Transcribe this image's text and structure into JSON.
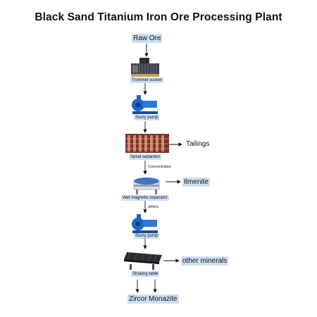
{
  "title": "Black Sand Titanium Iron Ore Processing Plant",
  "nodes": {
    "raw_ore": "Raw Ore",
    "trommel_screen": "Trommel screen",
    "slurry_pump_1": "Slurry pump",
    "spiral_separator": "Spiral separator",
    "tailings": "Tailings",
    "concentrates": "Concentrates",
    "wet_magnetic_separator": "Wet magnetic separator",
    "ilmenite": "Ilmenite",
    "others": "others",
    "slurry_pump_2": "Slurry pump",
    "shaking_table": "Shaking table",
    "other_minerals": "other minerals",
    "zircon": "Zircon",
    "monazite": "Monazite"
  },
  "icons": {
    "trommel": "trommel-screen-icon",
    "pump": "slurry-pump-icon",
    "spiral": "spiral-separator-icon",
    "magnetic": "wet-magnetic-separator-icon",
    "table": "shaking-table-icon"
  },
  "colors": {
    "label_bg": "#cddff2",
    "pump_blue": "#1e66c9",
    "spiral_rust": "#8a3b2a"
  }
}
